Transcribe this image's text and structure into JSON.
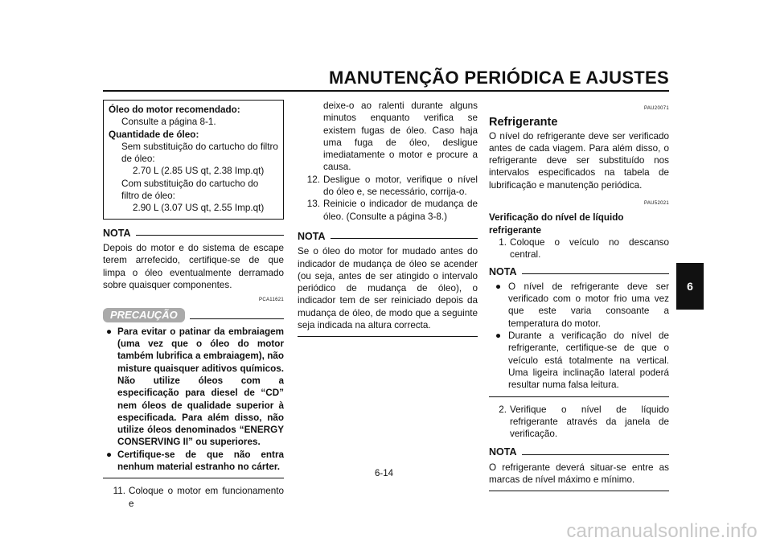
{
  "header": {
    "title": "MANUTENÇÃO PERIÓDICA E AJUSTES",
    "tab": "6"
  },
  "col1": {
    "spec": {
      "oil_label": "Óleo do motor recomendado:",
      "oil_value": "Consulte a página 8-1.",
      "qty_label": "Quantidade de óleo:",
      "without_filter": "Sem substituição do cartucho do filtro de óleo:",
      "without_value": "2.70 L (2.85 US qt, 2.38 Imp.qt)",
      "with_filter": "Com substituição do cartucho do filtro de óleo:",
      "with_value": "2.90 L (3.07 US qt, 2.55 Imp.qt)"
    },
    "nota_label": "NOTA",
    "nota_text": "Depois do motor e do sistema de escape terem arrefecido, certifique-se de que limpa o óleo eventualmente derramado sobre quaisquer componentes.",
    "code": "PCA11621",
    "caution_label": "PRECAUÇÃO",
    "caution_bullets": [
      "Para evitar o patinar da embraiagem (uma vez que o óleo do motor também lubrifica a embraiagem), não misture quaisquer aditivos químicos. Não utilize óleos com a especificação para diesel de “CD” nem óleos de qualidade superior à especificada. Para além disso, não utilize óleos denominados “ENERGY CONSERVING II” ou superiores.",
      "Certifique-se de que não entra nenhum material estranho no cárter."
    ],
    "step11_num": "11.",
    "step11_text": "Coloque o motor em funcionamento e"
  },
  "col2": {
    "cont_text": "deixe-o ao ralenti durante alguns minutos enquanto verifica se existem fugas de óleo. Caso haja uma fuga de óleo, desligue imediatamente o motor e procure a causa.",
    "steps": [
      {
        "num": "12.",
        "text": "Desligue o motor, verifique o nível do óleo e, se necessário, corrija-o."
      },
      {
        "num": "13.",
        "text": "Reinicie o indicador de mudança de óleo. (Consulte a página 3-8.)"
      }
    ],
    "nota_label": "NOTA",
    "nota_text": "Se o óleo do motor for mudado antes do indicador de mudança de óleo se acender (ou seja, antes de ser atingido o intervalo periódico de mudança de óleo), o indicador tem de ser reiniciado depois da mudança de óleo, de modo que a seguinte seja indicada na altura correcta."
  },
  "col3": {
    "code1": "PAU20071",
    "title": "Refrigerante",
    "intro": "O nível do refrigerante deve ser verificado antes de cada viagem. Para além disso, o refrigerante deve ser substituído nos intervalos especificados na tabela de lubrificação e manutenção periódica.",
    "code2": "PAU52021",
    "subtitle": "Verificação do nível de líquido refrigerante",
    "step1_num": "1.",
    "step1_text": "Coloque o veículo no descanso central.",
    "nota1_label": "NOTA",
    "nota1_bullets": [
      "O nível de refrigerante deve ser verificado com o motor frio uma vez que este varia consoante a temperatura do motor.",
      "Durante a verificação do nível de refrigerante, certifique-se de que o veículo está totalmente na vertical. Uma ligeira inclinação lateral poderá resultar numa falsa leitura."
    ],
    "step2_num": "2.",
    "step2_text": "Verifique o nível de líquido refrigerante através da janela de verificação.",
    "nota2_label": "NOTA",
    "nota2_text": "O refrigerante deverá situar-se entre as marcas de nível máximo e mínimo."
  },
  "footer": {
    "page": "6-14",
    "watermark": "carmanualsonline.info"
  }
}
